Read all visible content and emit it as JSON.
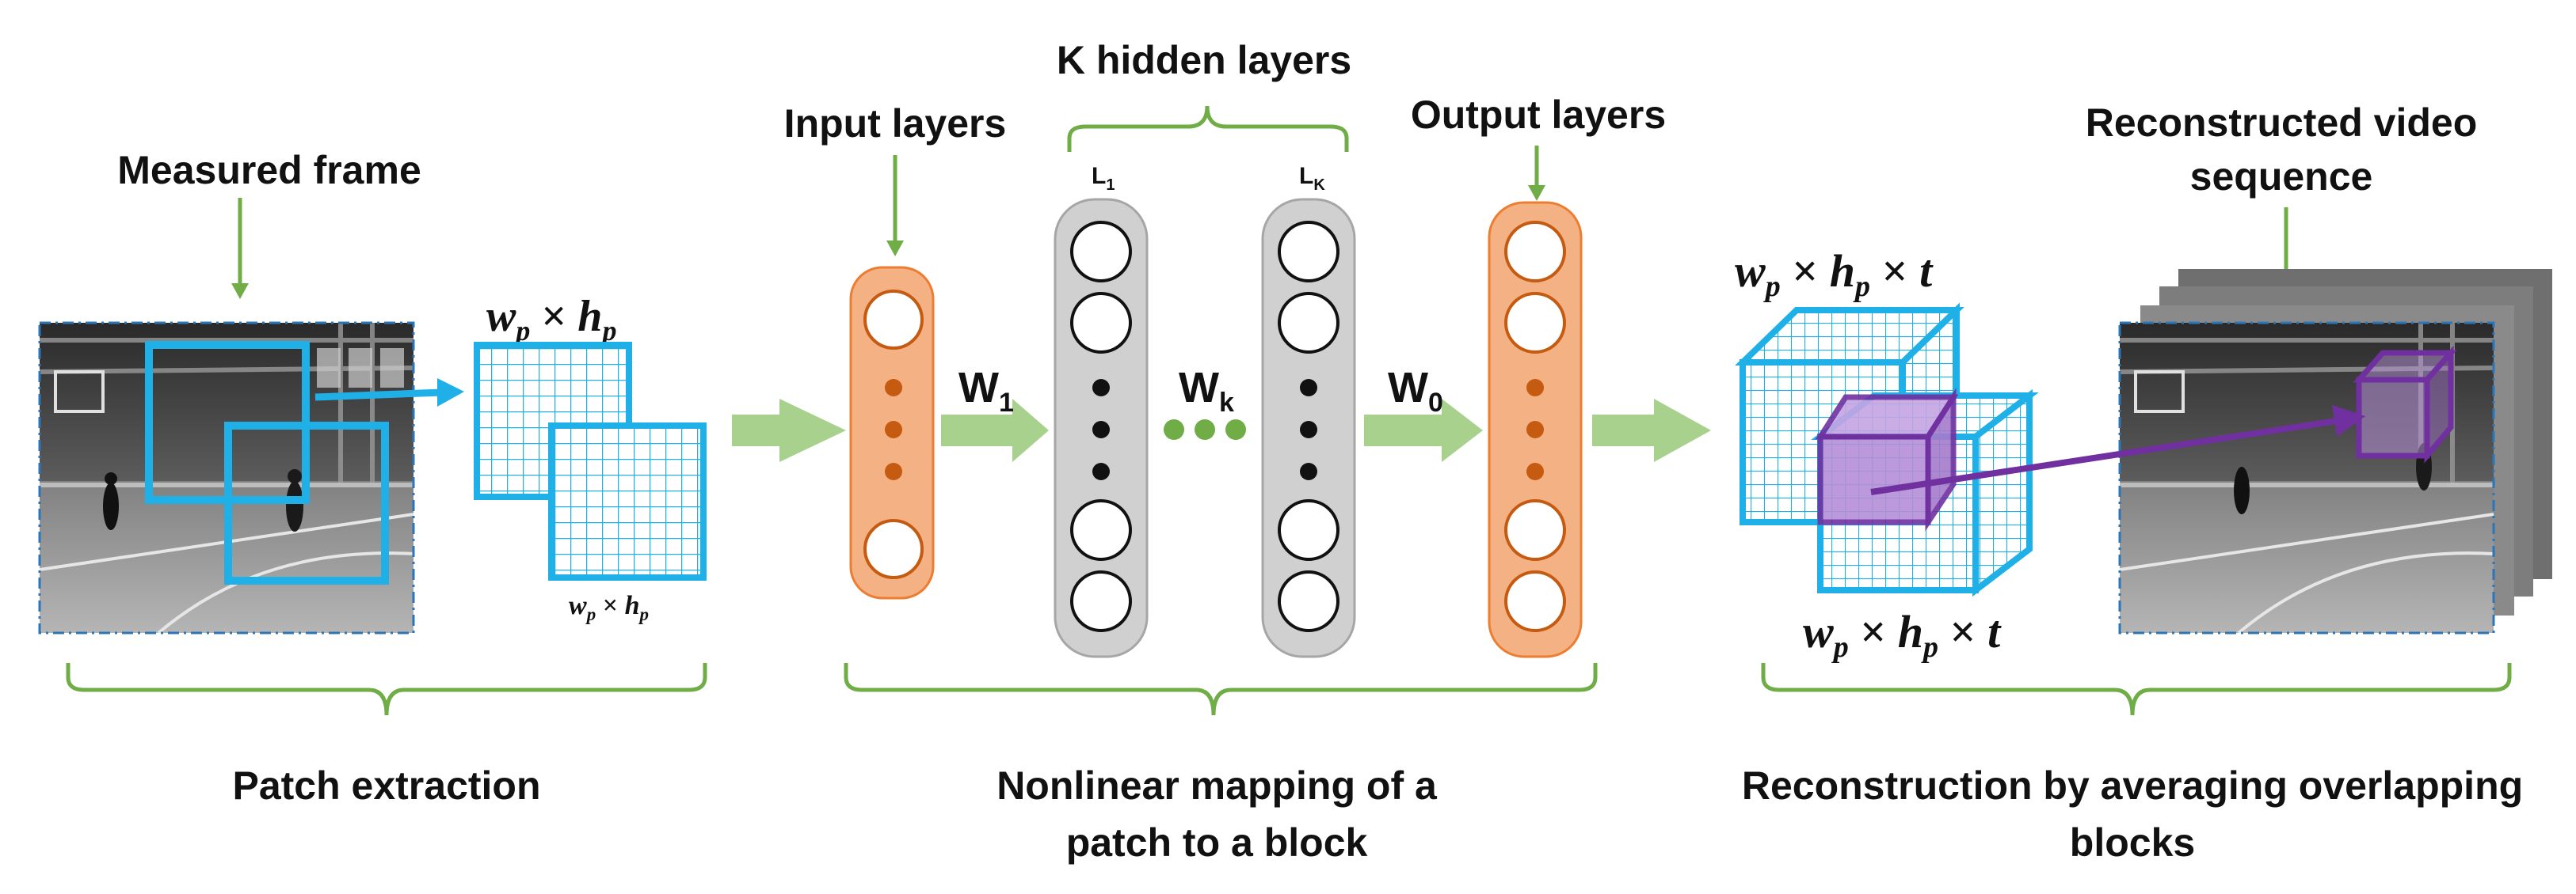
{
  "labels": {
    "measured_frame": "Measured frame",
    "input_layers": "Input layers",
    "k_hidden_layers": "K hidden layers",
    "output_layers": "Output layers",
    "reconstructed_line1": "Reconstructed video",
    "reconstructed_line2": "sequence",
    "layer_first": "L",
    "layer_first_sub": "1",
    "layer_last": "L",
    "layer_last_sub": "K",
    "w1": "W",
    "w1_sub": "1",
    "wk": "W",
    "wk_sub": "k",
    "w0": "W",
    "w0_sub": "0"
  },
  "math": {
    "patch_top": {
      "w": "w",
      "w_sub": "p",
      "times": " × ",
      "h": "h",
      "h_sub": "p"
    },
    "patch_bottom": {
      "w": "w",
      "w_sub": "p",
      "times": " × ",
      "h": "h",
      "h_sub": "p"
    },
    "block_top": {
      "w": "w",
      "w_sub": "p",
      "times1": " × ",
      "h": "h",
      "h_sub": "p",
      "times2": " × ",
      "t": "t"
    },
    "block_bottom": {
      "w": "w",
      "w_sub": "p",
      "times1": " × ",
      "h": "h",
      "h_sub": "p",
      "times2": " × ",
      "t": "t"
    }
  },
  "stages": [
    {
      "line1": "Patch extraction",
      "line2": ""
    },
    {
      "line1": "Nonlinear mapping of a",
      "line2": "patch to a block"
    },
    {
      "line1": "Reconstruction by averaging overlapping",
      "line2": "blocks"
    }
  ],
  "colors": {
    "green": "#70ad47",
    "arrow_green": "#a9d18e",
    "blue": "#1fb0e8",
    "orange_fill": "#f4b183",
    "orange_stroke": "#ed7d31",
    "orange_dot": "#c55a11",
    "gray_fill": "#d0d0d0",
    "gray_stroke": "#a6a6a6",
    "purple": "#7030a0",
    "purple_fill": "#b48fd6"
  }
}
